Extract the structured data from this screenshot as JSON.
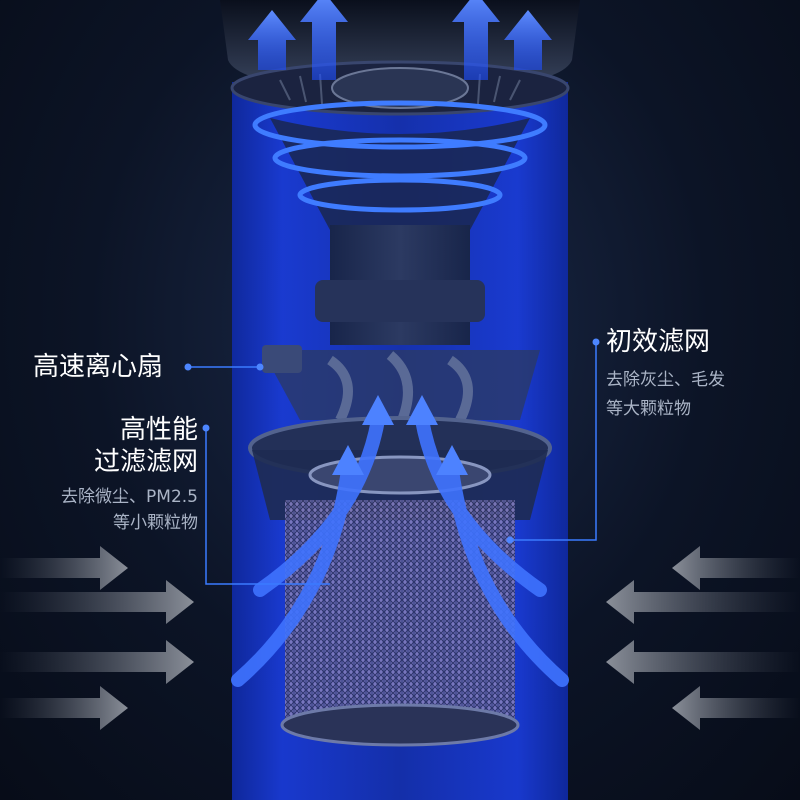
{
  "labels": {
    "fan": {
      "title": "高速离心扇"
    },
    "hepa": {
      "title_line1": "高性能",
      "title_line2": "过滤滤网",
      "desc_line1": "去除微尘、PM2.5",
      "desc_line2": "等小颗粒物"
    },
    "prefilter": {
      "title": "初效滤网",
      "desc_line1": "去除灰尘、毛发",
      "desc_line2": "等大颗粒物"
    }
  },
  "colors": {
    "accent_blue": "#2f6bff",
    "leader_line": "#3a7bff",
    "intake_arrow": "#6f7480",
    "body_glow": "#1d3fd6"
  },
  "icons": [
    "outflow-arrow-icon",
    "intake-arrow-icon",
    "airflow-arrow-icon"
  ]
}
